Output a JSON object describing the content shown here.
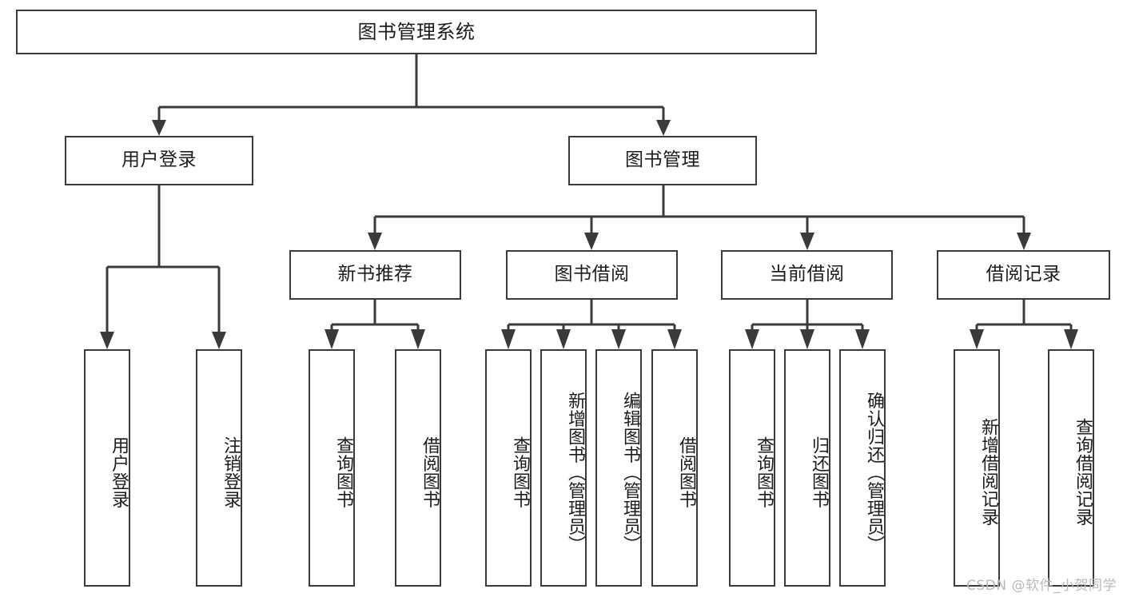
{
  "diagram": {
    "title": "图书管理系统",
    "type": "tree-hierarchy",
    "watermark": "CSDN @软件_小贺同学",
    "colors": {
      "stroke": "#3a3a3a",
      "fill": "#ffffff",
      "text": "#1c1c1c",
      "watermark": "#b9b9b9"
    },
    "root": {
      "label": "图书管理系统"
    },
    "level1": [
      {
        "label": "用户登录"
      },
      {
        "label": "图书管理"
      }
    ],
    "level2": [
      {
        "label": "新书推荐"
      },
      {
        "label": "图书借阅"
      },
      {
        "label": "当前借阅"
      },
      {
        "label": "借阅记录"
      }
    ],
    "leaves": {
      "user_login": [
        {
          "label": "用户登录"
        },
        {
          "label": "注销登录"
        }
      ],
      "new_book_recommend": [
        {
          "label": "查询图书"
        },
        {
          "label": "借阅图书"
        }
      ],
      "book_borrow": [
        {
          "label": "查询图书"
        },
        {
          "label": "新增图书（管理员）"
        },
        {
          "label": "编辑图书（管理员）"
        },
        {
          "label": "借阅图书"
        }
      ],
      "current_borrow": [
        {
          "label": "查询图书"
        },
        {
          "label": "归还图书"
        },
        {
          "label": "确认归还（管理员）"
        }
      ],
      "borrow_record": [
        {
          "label": "新增借阅记录"
        },
        {
          "label": "查询借阅记录"
        }
      ]
    }
  }
}
